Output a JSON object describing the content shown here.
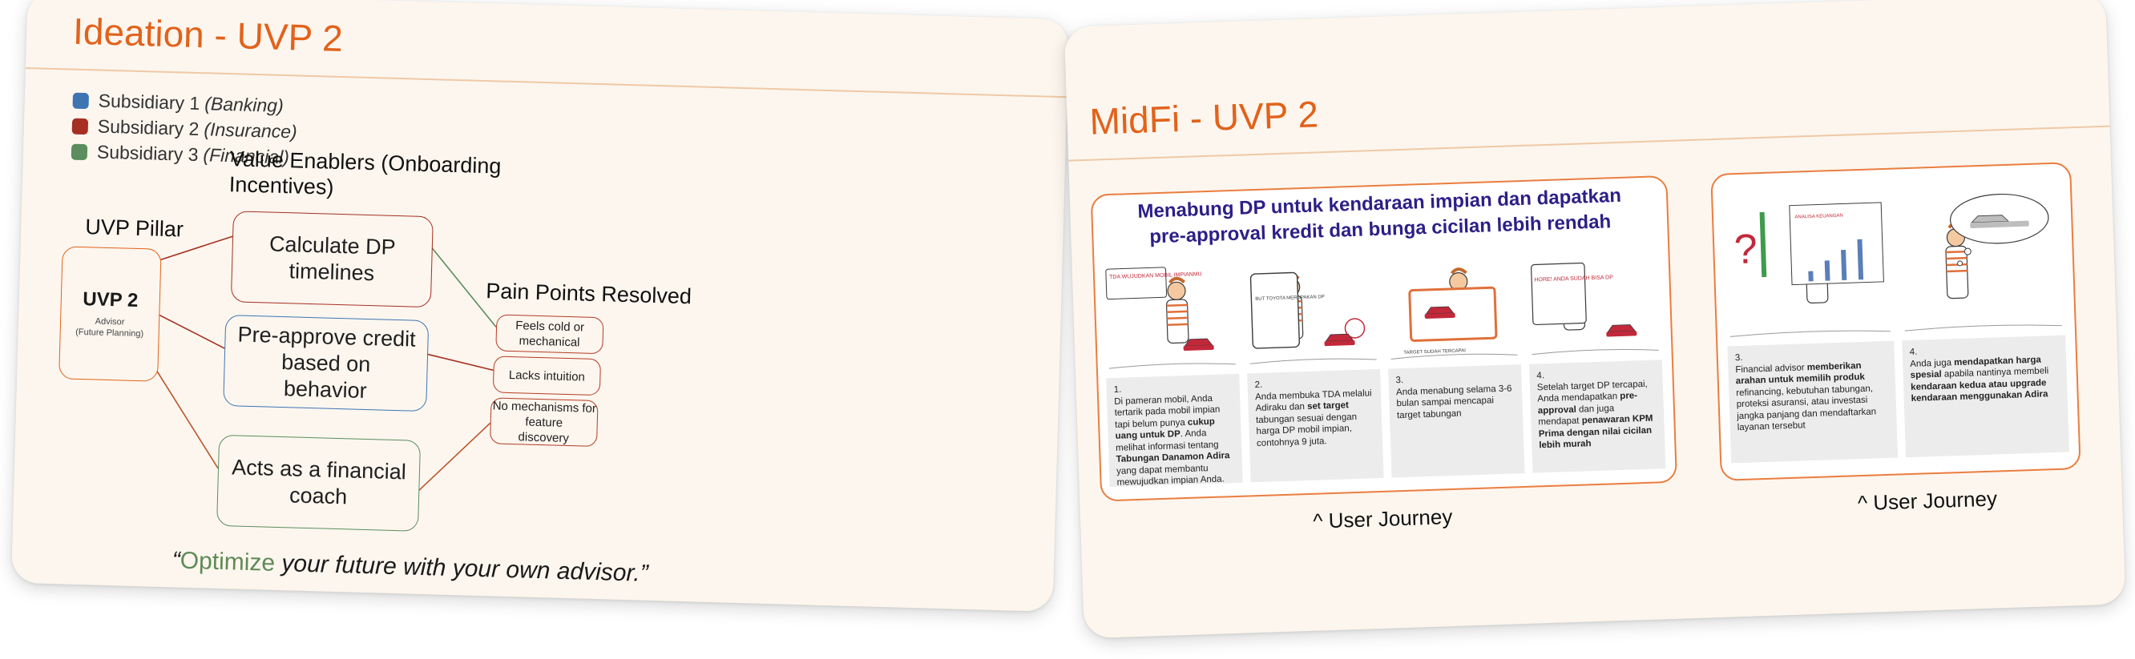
{
  "left": {
    "title": "Ideation - UVP 2",
    "legend": [
      {
        "name": "Subsidiary 1",
        "qualifier": "(Banking)",
        "color": "#3f74b3"
      },
      {
        "name": "Subsidiary 2",
        "qualifier": "(Insurance)",
        "color": "#a52f22"
      },
      {
        "name": "Subsidiary 3",
        "qualifier": "(Financial)",
        "color": "#5b8d5e"
      }
    ],
    "uvp_pillar_heading": "UVP Pillar",
    "uvp_box": {
      "title": "UVP 2",
      "subtitle_line1": "Advisor",
      "subtitle_line2": "(Future Planning)"
    },
    "enablers_heading_line1": "Value Enablers (Onboarding",
    "enablers_heading_line2": "Incentives)",
    "enablers": [
      {
        "line1": "Calculate DP timelines",
        "line2": "",
        "color": "#a52f22"
      },
      {
        "line1": "Pre-approve credit based on",
        "line2": "behavior",
        "color": "#3f74b3"
      },
      {
        "line1": "Acts as a financial coach",
        "line2": "",
        "color": "#5b8d5e"
      }
    ],
    "pain_heading": "Pain Points Resolved",
    "pain_points": [
      {
        "line1": "Feels cold or mechanical",
        "line2": ""
      },
      {
        "line1": "Lacks intuition",
        "line2": ""
      },
      {
        "line1": "No mechanisms for feature",
        "line2": "discovery"
      }
    ],
    "quote": {
      "open": "“",
      "accent": "Optimize",
      "rest": " your future with your own advisor.”"
    }
  },
  "right": {
    "title": "MidFi - UVP 2",
    "journey_title_line1": "Menabung DP untuk kendaraan impian dan dapatkan",
    "journey_title_line2": "pre-approval kredit dan bunga cicilan lebih rendah",
    "caption_left": "^ User Journey",
    "caption_right": "^ User Journey",
    "accent_color": "#e2621b",
    "panels_a": [
      {
        "num": "1.",
        "segments": [
          [
            "Di pameran mobil, Anda tertarik pada mobil impian tapi belum punya ",
            false
          ],
          [
            "cukup uang untuk DP",
            true
          ],
          [
            ". Anda melihat informasi tentang ",
            false
          ],
          [
            "Tabungan Danamon Adira",
            true
          ],
          [
            " yang dapat membantu mewujudkan impian Anda.",
            false
          ]
        ],
        "sign": "TDA  WUJUDKAN MOBIL IMPIANMU"
      },
      {
        "num": "2.",
        "segments": [
          [
            "Anda membuka TDA melalui Adiraku dan ",
            false
          ],
          [
            "set target",
            true
          ],
          [
            " tabungan sesuai dengan harga DP mobil impian, contohnya 9 juta.",
            false
          ]
        ],
        "sign": "BUT TOYOTA MERUPAKAN DP"
      },
      {
        "num": "3.",
        "segments": [
          [
            "Anda menabung selama 3-6 bulan sampai mencapai target tabungan",
            false
          ]
        ],
        "sign": "TARGET SUDAH TERCAPAI"
      },
      {
        "num": "4.",
        "segments": [
          [
            "Setelah target DP tercapai, Anda mendapatkan ",
            false
          ],
          [
            "pre-approval",
            true
          ],
          [
            " dan juga mendapat ",
            false
          ],
          [
            "penawaran KPM Prima dengan nilai cicilan lebih murah",
            true
          ]
        ],
        "sign": "HORE! ANDA SUDAH BISA DP"
      }
    ],
    "panels_b": [
      {
        "num": "3.",
        "segments": [
          [
            "Financial advisor ",
            false
          ],
          [
            "memberikan arahan untuk memilih produk",
            true
          ],
          [
            " refinancing, kebutuhan tabungan, proteksi asuransi, atau investasi jangka panjang dan mendaftarkan layanan tersebut",
            false
          ]
        ],
        "sign": "ANALISA KEUANGAN"
      },
      {
        "num": "4.",
        "segments": [
          [
            "Anda juga ",
            false
          ],
          [
            "mendapatkan harga spesial",
            true
          ],
          [
            " apabila nantinya membeli ",
            false
          ],
          [
            "kendaraan kedua atau upgrade kendaraan menggunakan Adira",
            true
          ]
        ],
        "sign": ""
      }
    ]
  }
}
